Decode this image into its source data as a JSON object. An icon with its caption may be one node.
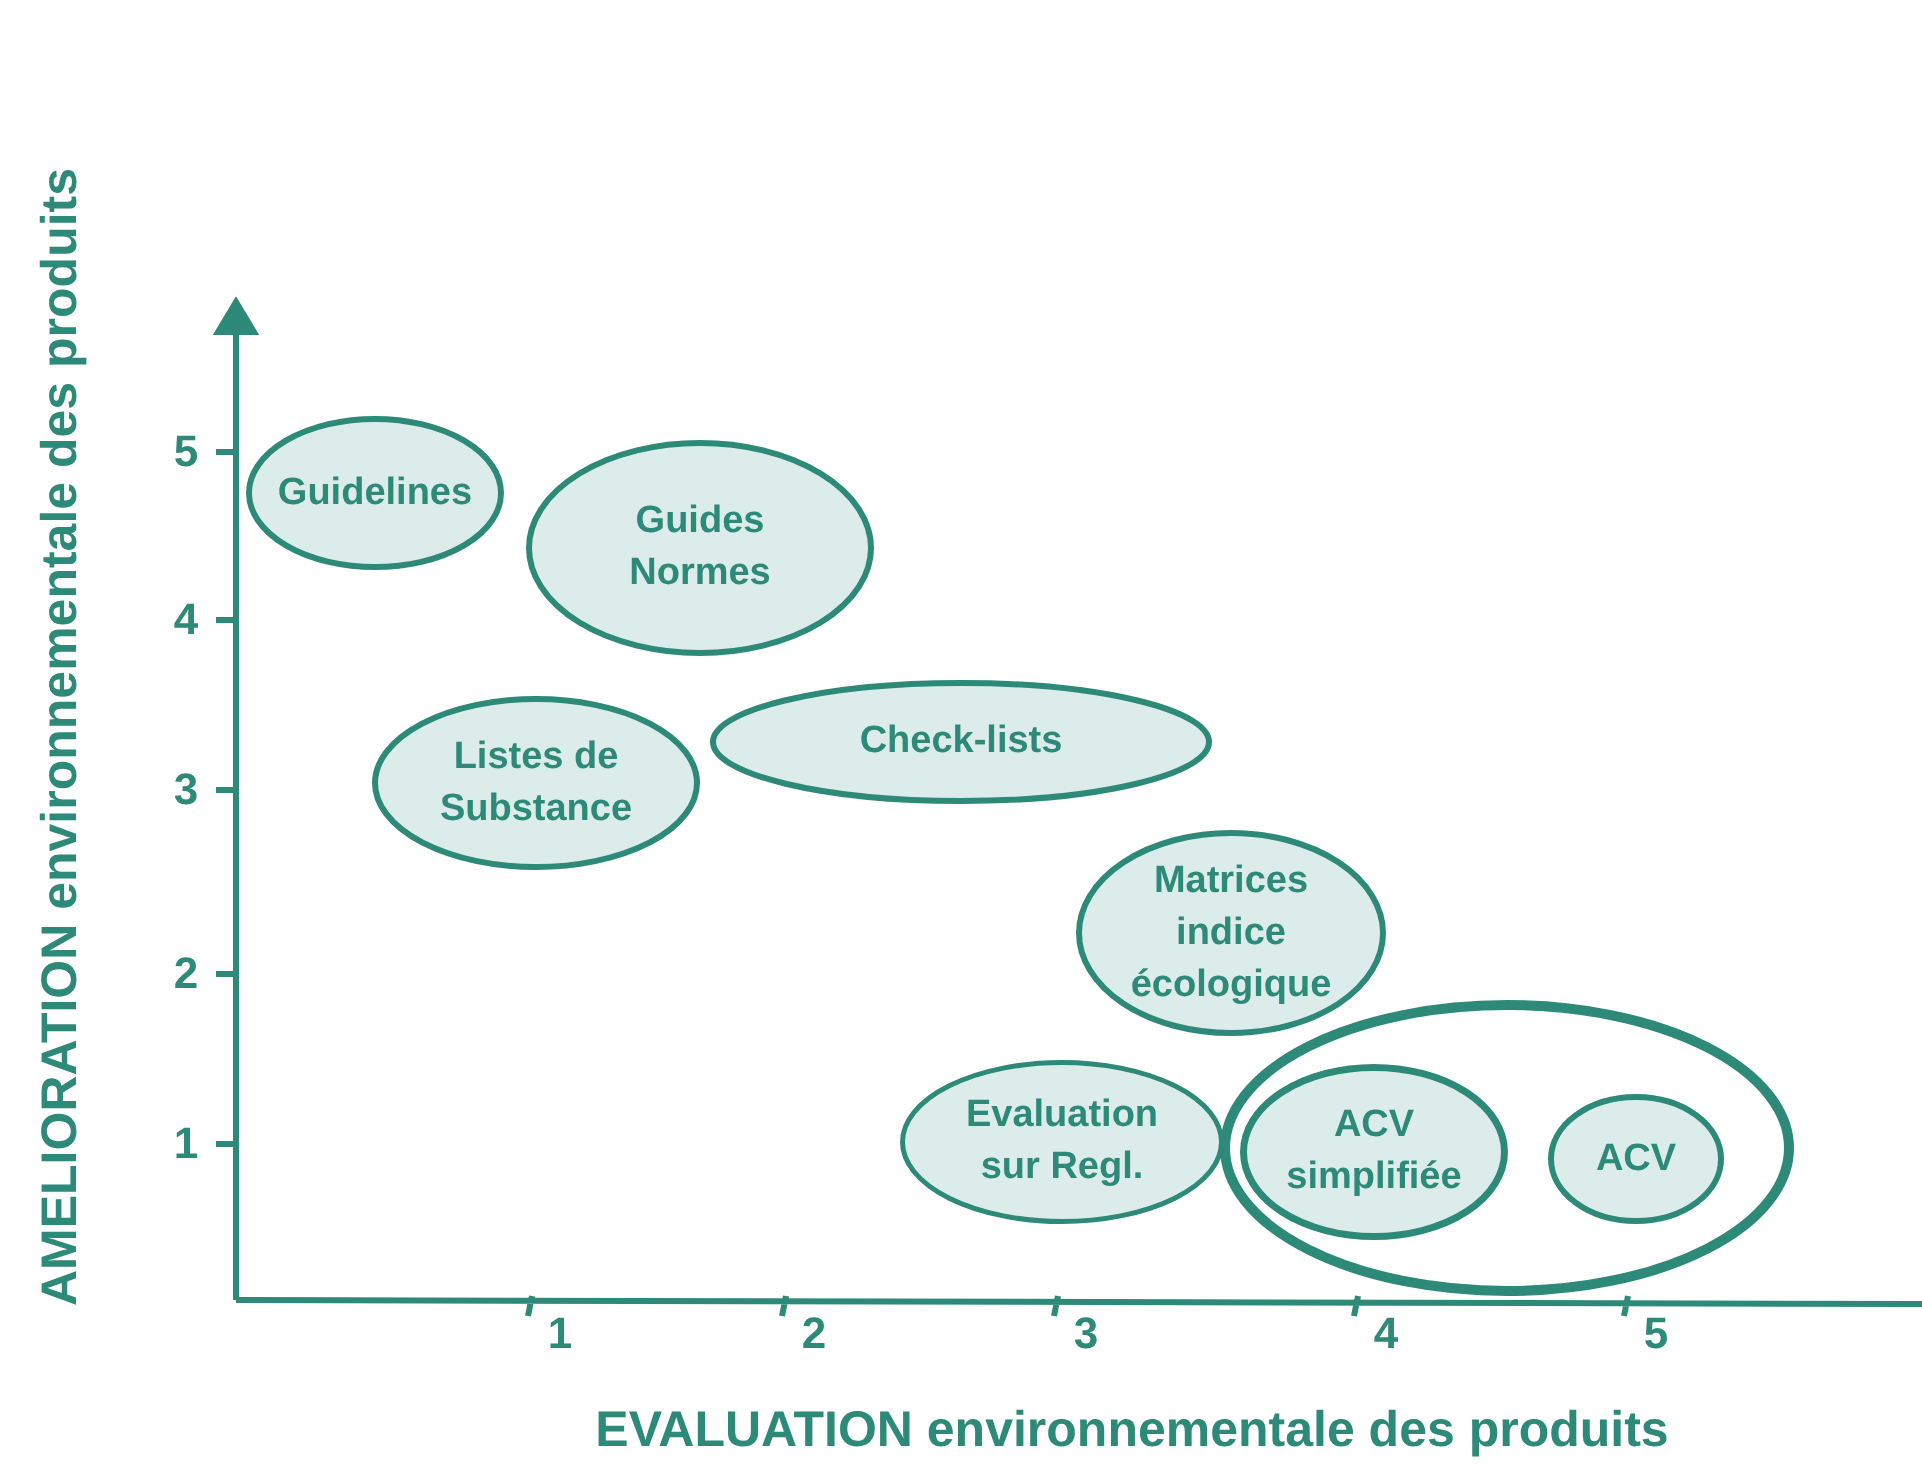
{
  "diagram": {
    "nodes": [
      {
        "text": [
          "Guidelines"
        ]
      },
      {
        "text": [
          "Guides Normes"
        ]
      },
      {
        "text": [
          "Listes de Substance"
        ]
      },
      {
        "text": [
          "Check-lists"
        ]
      },
      {
        "text": [
          "Matrices indice écologique"
        ]
      },
      {
        "text": [
          "Evaluation sur Regl."
        ]
      },
      {
        "text": [],
        "shape": "circle"
      },
      {
        "text": [
          "ACV simplifiée"
        ],
        "in": 6
      },
      {
        "text": [
          "ACV"
        ],
        "in": 6
      }
    ],
    "edges": [],
    "labels": [
      "AMELIORATION environnementale des produits",
      "5",
      "4",
      "3",
      "2",
      "1",
      "1",
      "2",
      "3",
      "4",
      "5",
      "EVALUATION environnementale des produits"
    ]
  }
}
